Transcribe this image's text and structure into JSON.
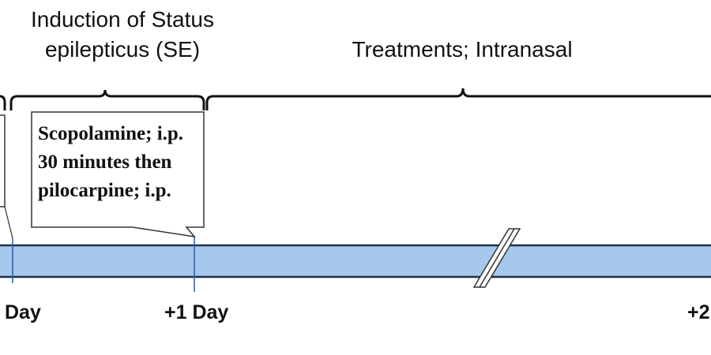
{
  "headers": {
    "induction_line1": "Induction of Status",
    "induction_line2": "epilepticus (SE)",
    "treatments": "Treatments; Intranasal"
  },
  "callout": {
    "lines": [
      "Scopolamine; i.p.",
      "30 minutes then",
      "pilocarpine; i.p."
    ]
  },
  "timeline": {
    "day_labels": [
      "Day",
      "+1 Day",
      "+2"
    ],
    "bar_color": "#a6c8ec",
    "bar_border_color": "#1f2d44",
    "tick_color": "#2e5aa8"
  }
}
